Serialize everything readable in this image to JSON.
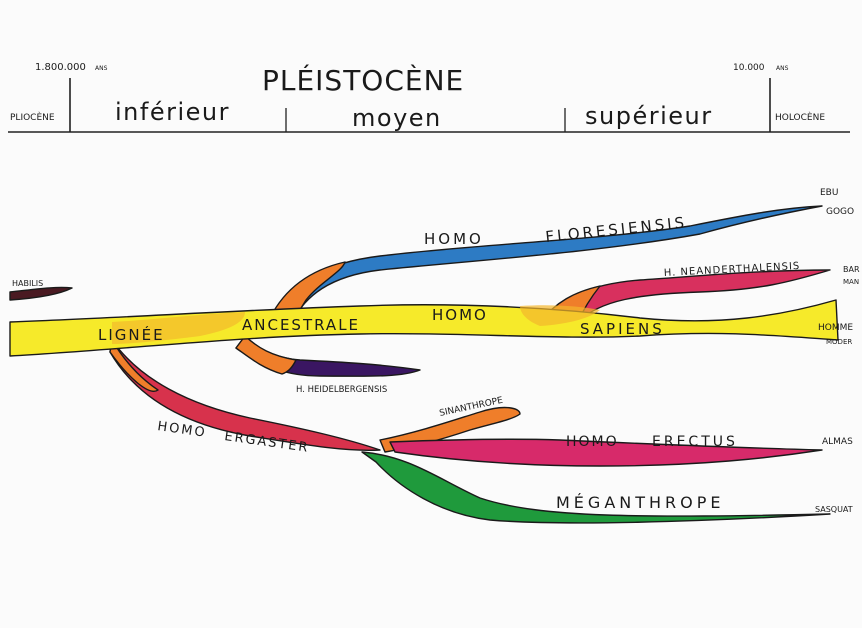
{
  "timeline": {
    "title": "PLÉISTOCÈNE",
    "start_date": "1.800.000",
    "start_unit": "ANS",
    "end_date": "10.000",
    "end_unit": "ANS",
    "before_epoch": "PLIOCÈNE",
    "after_epoch": "HOLOCÈNE",
    "periods": [
      "inférieur",
      "moyen",
      "supérieur"
    ]
  },
  "lineages": {
    "habilis": "HABILIS",
    "ancestral": [
      "LIGNÉE",
      "ANCESTRALE",
      "HOMO"
    ],
    "sapiens": "SAPIENS",
    "floresiensis": [
      "HOMO",
      "FLORESIENSIS"
    ],
    "neanderthalensis": "H. NEANDERTHALENSIS",
    "heidelbergensis": "H. HEIDELBERGENSIS",
    "ergaster": [
      "HOMO",
      "ERGASTER"
    ],
    "sinanthrope": "SINANTHROPE",
    "erectus": [
      "HOMO",
      "ERECTUS"
    ],
    "meganthrope": "MÉGANTHROPE"
  },
  "modern_forms": {
    "floresiensis_end": [
      "EBU",
      "GOGO"
    ],
    "neanderthal_end": [
      "BAR",
      "MAN"
    ],
    "sapiens_end": [
      "HOMME",
      "MODER"
    ],
    "erectus_end": "ALMAS",
    "meganthrope_end": "SASQUAT"
  },
  "colors": {
    "ancestral": "#f6ea2a",
    "floresiensis": "#2d7bc4",
    "neanderthal": "#d8305e",
    "heidelbergensis": "#3a1662",
    "habilis": "#4a1a22",
    "ergaster": "#d7324c",
    "erectus": "#d72a6a",
    "meganthrope": "#1f9a3c",
    "transition": "#ef7e2a"
  }
}
